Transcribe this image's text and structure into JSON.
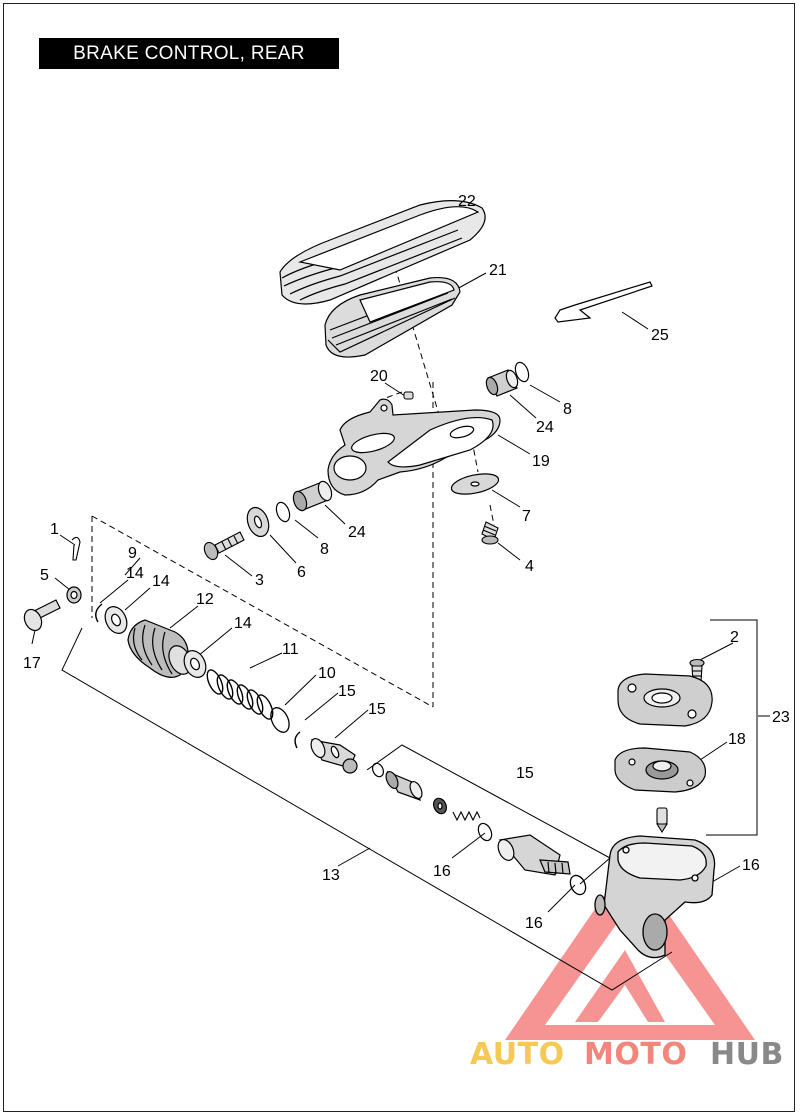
{
  "title": "BRAKE CONTROL, REAR",
  "callouts": [
    {
      "id": "c22",
      "label": "22"
    },
    {
      "id": "c21",
      "label": "21"
    },
    {
      "id": "c25",
      "label": "25"
    },
    {
      "id": "c20",
      "label": "20"
    },
    {
      "id": "c8a",
      "label": "8"
    },
    {
      "id": "c24a",
      "label": "24"
    },
    {
      "id": "c19",
      "label": "19"
    },
    {
      "id": "c7",
      "label": "7"
    },
    {
      "id": "c24b",
      "label": "24"
    },
    {
      "id": "c8b",
      "label": "8"
    },
    {
      "id": "c6",
      "label": "6"
    },
    {
      "id": "c3",
      "label": "3"
    },
    {
      "id": "c4",
      "label": "4"
    },
    {
      "id": "c1",
      "label": "1"
    },
    {
      "id": "c9",
      "label": "9"
    },
    {
      "id": "c14a",
      "label": "14"
    },
    {
      "id": "c14b",
      "label": "14"
    },
    {
      "id": "c5",
      "label": "5"
    },
    {
      "id": "c12",
      "label": "12"
    },
    {
      "id": "c14c",
      "label": "14"
    },
    {
      "id": "c17",
      "label": "17"
    },
    {
      "id": "c11",
      "label": "11"
    },
    {
      "id": "c10",
      "label": "10"
    },
    {
      "id": "c15a",
      "label": "15"
    },
    {
      "id": "c15b",
      "label": "15"
    },
    {
      "id": "c2",
      "label": "2"
    },
    {
      "id": "c23",
      "label": "23"
    },
    {
      "id": "c18",
      "label": "18"
    },
    {
      "id": "c15c",
      "label": "15"
    },
    {
      "id": "c16a",
      "label": "16"
    },
    {
      "id": "c13",
      "label": "13"
    },
    {
      "id": "c16b",
      "label": "16"
    },
    {
      "id": "c16c",
      "label": "16"
    }
  ],
  "watermark": {
    "part1": "AUTO",
    "part2": "MOTO",
    "part3": "HUB",
    "color1": "#f5c542",
    "color2": "#f07b6e",
    "color3": "#7d7d7d",
    "logo_color": "#ef3b3b"
  }
}
